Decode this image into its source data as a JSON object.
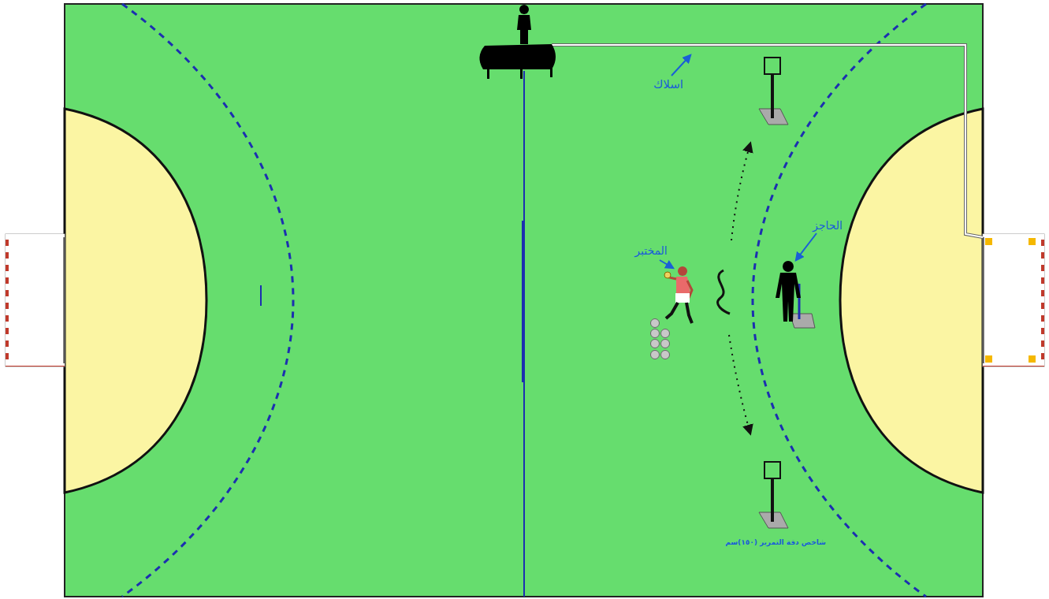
{
  "diagram": {
    "labels": [
      "اسلاك",
      "المختبر",
      "الحاجز",
      "شاخص دقة التمرير (١٥٠)سم"
    ]
  }
}
